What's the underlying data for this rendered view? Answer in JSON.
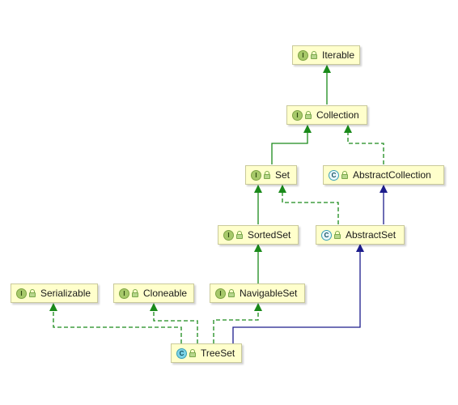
{
  "nodes": {
    "iterable": {
      "name": "Iterable",
      "kind": "interface",
      "badge": "I"
    },
    "collection": {
      "name": "Collection",
      "kind": "interface",
      "badge": "I"
    },
    "set": {
      "name": "Set",
      "kind": "interface",
      "badge": "I"
    },
    "abstract_collection": {
      "name": "AbstractCollection",
      "kind": "abstract-class",
      "badge": "C"
    },
    "sorted_set": {
      "name": "SortedSet",
      "kind": "interface",
      "badge": "I"
    },
    "abstract_set": {
      "name": "AbstractSet",
      "kind": "abstract-class",
      "badge": "C"
    },
    "serializable": {
      "name": "Serializable",
      "kind": "interface",
      "badge": "I"
    },
    "cloneable": {
      "name": "Cloneable",
      "kind": "interface",
      "badge": "I"
    },
    "navigable_set": {
      "name": "NavigableSet",
      "kind": "interface",
      "badge": "I"
    },
    "tree_set": {
      "name": "TreeSet",
      "kind": "class",
      "badge": "C"
    }
  },
  "edges": [
    {
      "from": "Collection",
      "to": "Iterable",
      "type": "extends"
    },
    {
      "from": "Set",
      "to": "Collection",
      "type": "extends"
    },
    {
      "from": "AbstractCollection",
      "to": "Collection",
      "type": "implements"
    },
    {
      "from": "SortedSet",
      "to": "Set",
      "type": "extends"
    },
    {
      "from": "AbstractSet",
      "to": "Set",
      "type": "implements"
    },
    {
      "from": "AbstractSet",
      "to": "AbstractCollection",
      "type": "class-extends"
    },
    {
      "from": "NavigableSet",
      "to": "SortedSet",
      "type": "extends"
    },
    {
      "from": "TreeSet",
      "to": "Serializable",
      "type": "implements"
    },
    {
      "from": "TreeSet",
      "to": "Cloneable",
      "type": "implements"
    },
    {
      "from": "TreeSet",
      "to": "NavigableSet",
      "type": "implements"
    },
    {
      "from": "TreeSet",
      "to": "AbstractSet",
      "type": "class-extends"
    }
  ],
  "colors": {
    "extends": "#1a8a1a",
    "implements": "#1a8a1a",
    "class_extends": "#1c1c8c",
    "node_fill": "#ffffcc",
    "node_border": "#c9c99a",
    "interface_badge": "#a7c96a",
    "class_badge": "#7ed3e6"
  },
  "icons": {
    "interface": "interface-icon",
    "class": "class-icon",
    "abstract_class": "abstract-class-icon",
    "visibility": "lock-icon"
  }
}
